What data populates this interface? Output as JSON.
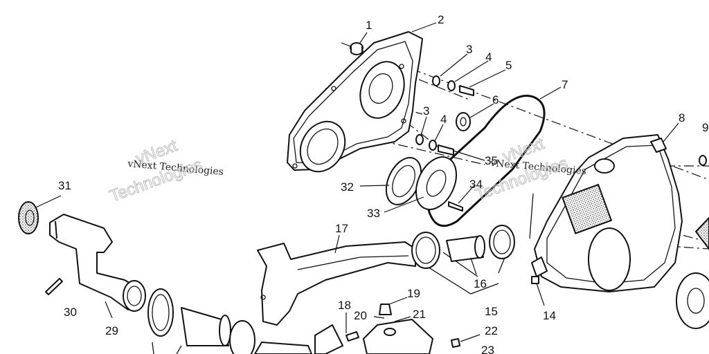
{
  "watermarks": {
    "small_left": "vNext Technologies",
    "outline_left_1": "vNext",
    "outline_left_2": "Technologies",
    "small_right": "vNext Technologies",
    "outline_right_1": "vNext",
    "outline_right_2": "Technologies"
  },
  "callouts": {
    "n1": "1",
    "n2": "2",
    "n3a": "3",
    "n4a": "4",
    "n5": "5",
    "n6": "6",
    "n7": "7",
    "n3b": "3",
    "n4b": "4",
    "n35": "35",
    "n8": "8",
    "n9": "9",
    "n31": "31",
    "n32": "32",
    "n33": "33",
    "n34": "34",
    "n17": "17",
    "n16": "16",
    "n15": "15",
    "n14": "14",
    "n30": "30",
    "n29": "29",
    "n18": "18",
    "n19": "19",
    "n20": "20",
    "n21": "21",
    "n22": "22",
    "n23": "23"
  }
}
